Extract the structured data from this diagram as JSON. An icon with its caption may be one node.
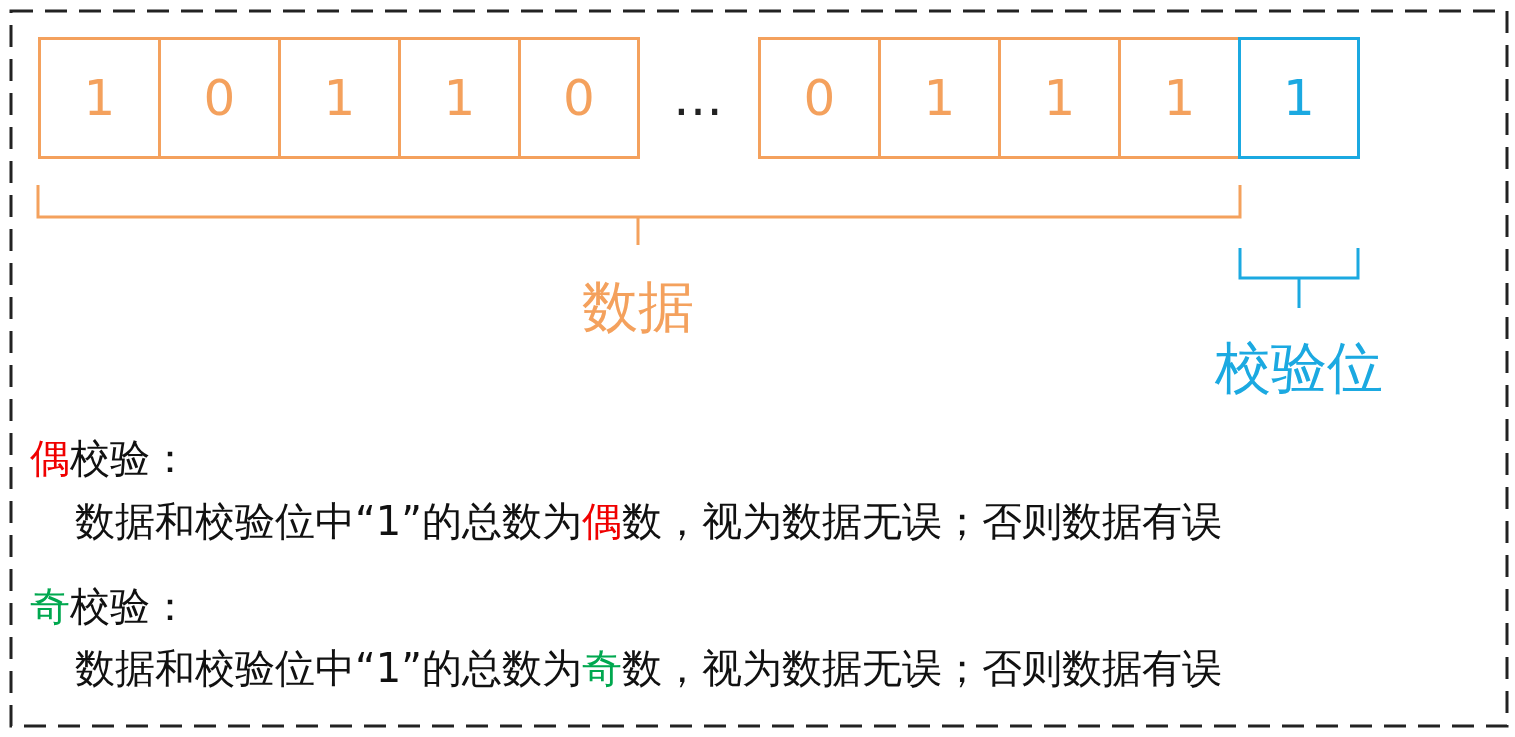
{
  "diagram": {
    "nodes": [
      {
        "text": [
          "1"
        ]
      },
      {
        "text": [
          "0"
        ]
      },
      {
        "text": [
          "1"
        ]
      },
      {
        "text": [
          "1"
        ]
      },
      {
        "text": [
          "0"
        ]
      },
      {
        "text": [
          "0"
        ]
      },
      {
        "text": [
          "1"
        ]
      },
      {
        "text": [
          "1"
        ]
      },
      {
        "text": [
          "1"
        ]
      },
      {
        "text": [
          "1"
        ]
      }
    ],
    "labels": [
      "…",
      "数据",
      "校验位",
      "**偶**校验：",
      "数据和校验位中“1”的总数为**偶**数，视为数据无误；否则数据有误",
      "**奇**校验：",
      "数据和校验位中“1”的总数为**奇**数，视为数据无误；否则数据有误"
    ]
  }
}
